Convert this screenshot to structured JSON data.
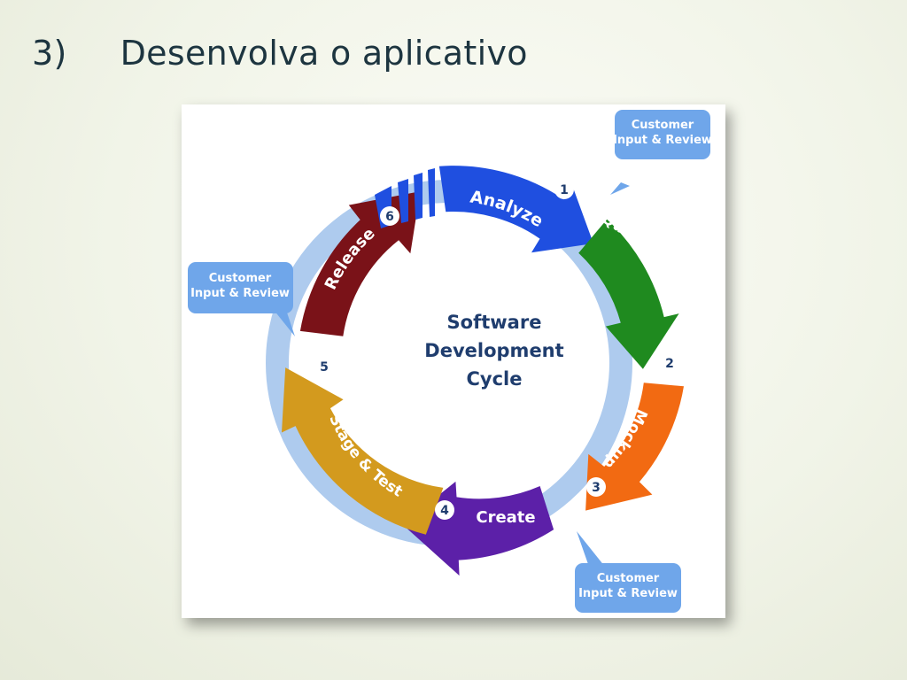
{
  "slide": {
    "number": "3)",
    "title": "Desenvolva o aplicativo"
  },
  "diagram": {
    "center_title": [
      "Software",
      "Development",
      "Cycle"
    ],
    "steps": [
      {
        "number": "1",
        "label": "Analyze",
        "color": "#1f4fe0"
      },
      {
        "number": "2",
        "label": "Quote & Approve",
        "color": "#1f8a1f"
      },
      {
        "number": "3",
        "label": "Mockup",
        "color": "#f26a12"
      },
      {
        "number": "4",
        "label": "Create",
        "color": "#5c20a8"
      },
      {
        "number": "5",
        "label": "Stage & Test",
        "color": "#d39a1e"
      },
      {
        "number": "6",
        "label": "Release",
        "color": "#7a1218"
      }
    ],
    "review_bubbles": [
      {
        "line1": "Customer",
        "line2": "Input & Review",
        "color": "#6fa6ea"
      },
      {
        "line1": "Customer",
        "line2": "Input & Review",
        "color": "#6fa6ea"
      },
      {
        "line1": "Customer",
        "line2": "Input & Review",
        "color": "#6fa6ea"
      }
    ]
  }
}
